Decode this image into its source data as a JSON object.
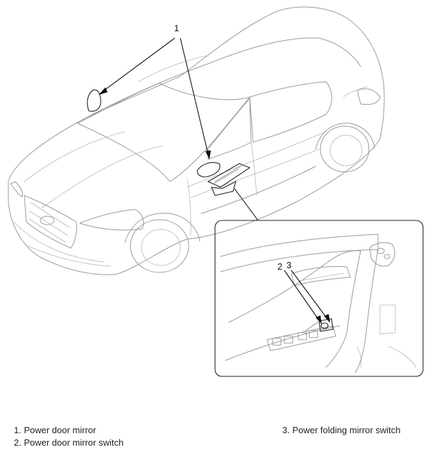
{
  "callouts": {
    "c1": "1",
    "c2": "2",
    "c3": "3"
  },
  "legend": {
    "item1": "1. Power door mirror",
    "item2": "2. Power door mirror switch",
    "item3": "3. Power folding mirror switch"
  }
}
